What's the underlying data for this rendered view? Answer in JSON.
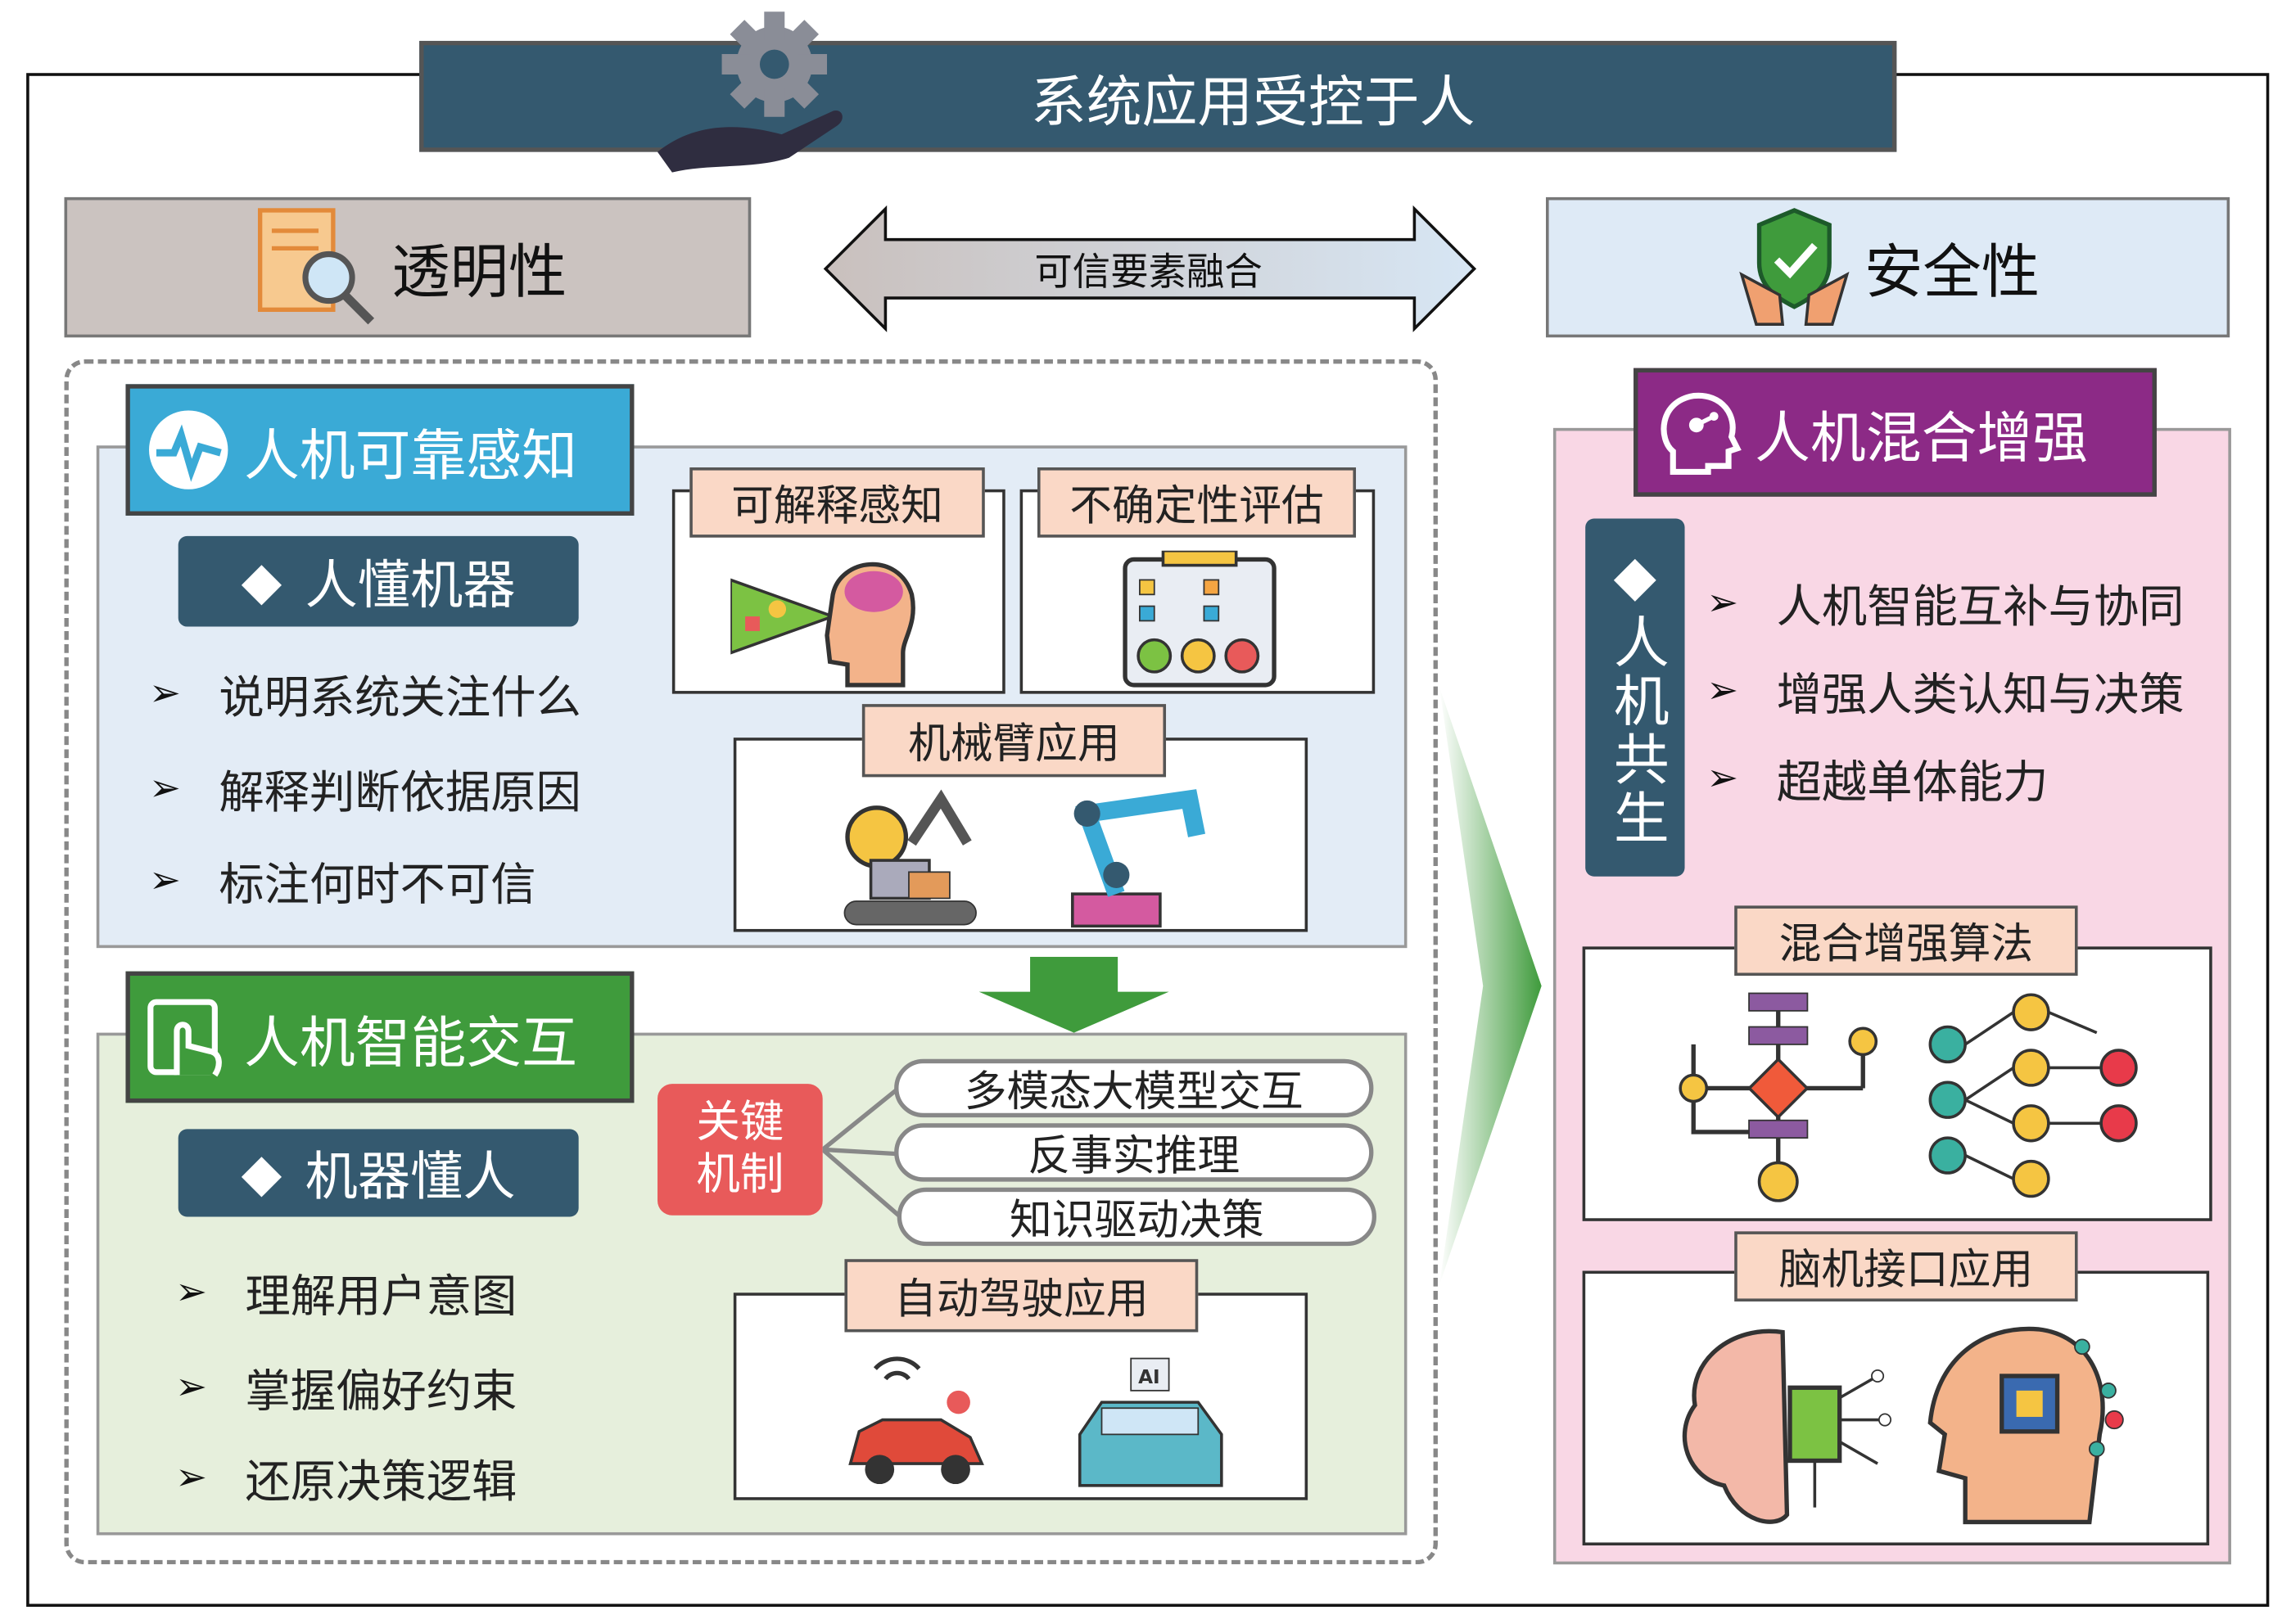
{
  "title": "系统应用受控于人",
  "transparency": "透明性",
  "fusion_arrow": "可信要素融合",
  "safety": "安全性",
  "perception": {
    "header": "人机可靠感知",
    "pill": "人懂机器",
    "bullets": [
      "说明系统关注什么",
      "解释判断依据原因",
      "标注何时不可信"
    ],
    "cards": [
      "可解释感知",
      "不确定性评估",
      "机械臂应用"
    ]
  },
  "interaction": {
    "header": "人机智能交互",
    "pill": "机器懂人",
    "bullets": [
      "理解用户意图",
      "掌握偏好约束",
      "还原决策逻辑"
    ],
    "key_mechanism": [
      "关键",
      "机制"
    ],
    "mechanisms": [
      "多模态大模型交互",
      "反事实推理",
      "知识驱动决策"
    ],
    "card": "自动驾驶应用"
  },
  "augmentation": {
    "header": "人机混合增强",
    "pill": "人机共生",
    "bullets": [
      "人机智能互补与协同",
      "增强人类认知与决策",
      "超越单体能力"
    ],
    "cards": [
      "混合增强算法",
      "脑机接口应用"
    ]
  },
  "bullet_marker": "➢",
  "diamond": "◆",
  "colors": {
    "banner": "#34596f",
    "blue": "#3aaad6",
    "green": "#3f9b3c",
    "purple": "#8c2a86",
    "red": "#e85a5a",
    "label": "#fad8c6"
  }
}
